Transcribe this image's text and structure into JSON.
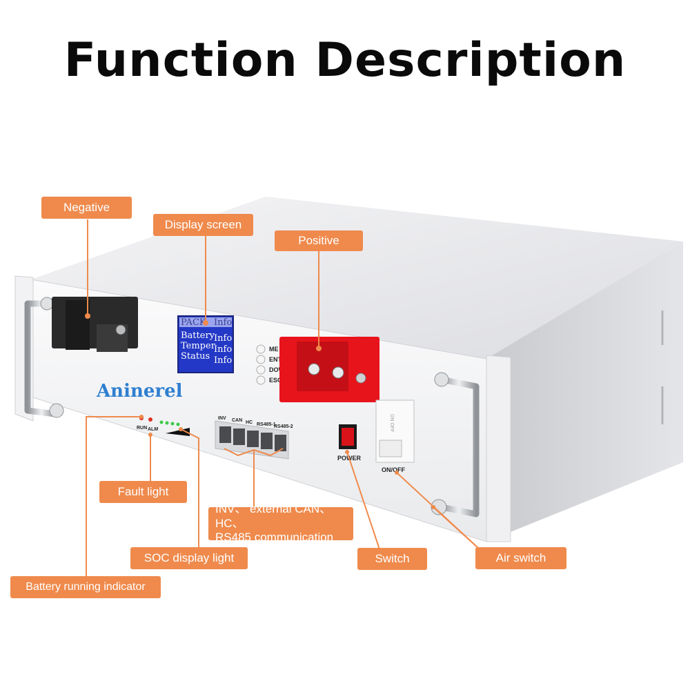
{
  "title": "Function Description",
  "brand": "Aninerel",
  "lcd": {
    "lines": [
      {
        "label": "PACK",
        "value": "Info"
      },
      {
        "label": "Battery",
        "value": "Info"
      },
      {
        "label": "Temper",
        "value": "Info"
      },
      {
        "label": "Status",
        "value": "Info"
      }
    ]
  },
  "buttons": [
    "ME",
    "ENT",
    "DOW",
    "ESC"
  ],
  "panel": {
    "run_label": "RUN",
    "alm_label": "ALM",
    "ports": [
      "INV",
      "CAN",
      "HC",
      "RS485-1",
      "RS485-2"
    ],
    "power_label": "POWER",
    "onoff_label": "ON/OFF",
    "breaker_label": "ON OFF"
  },
  "callouts": {
    "negative": "Negative",
    "display_screen": "Display screen",
    "positive": "Positive",
    "fault_light": "Fault light",
    "comm_line1": "INV、 external CAN、 HC、",
    "comm_line2": "RS485 communication",
    "soc_display_light": "SOC display light",
    "switch": "Switch",
    "air_switch": "Air switch",
    "battery_running_indicator": "Battery running indicator"
  },
  "colors": {
    "callout": "#ef8a4c",
    "positive_terminal": "#e8141c",
    "negative_terminal": "#2a2a2a",
    "lcd": "#2338c6",
    "soc_led": "#3ec94a",
    "fault_led": "#e03020"
  }
}
